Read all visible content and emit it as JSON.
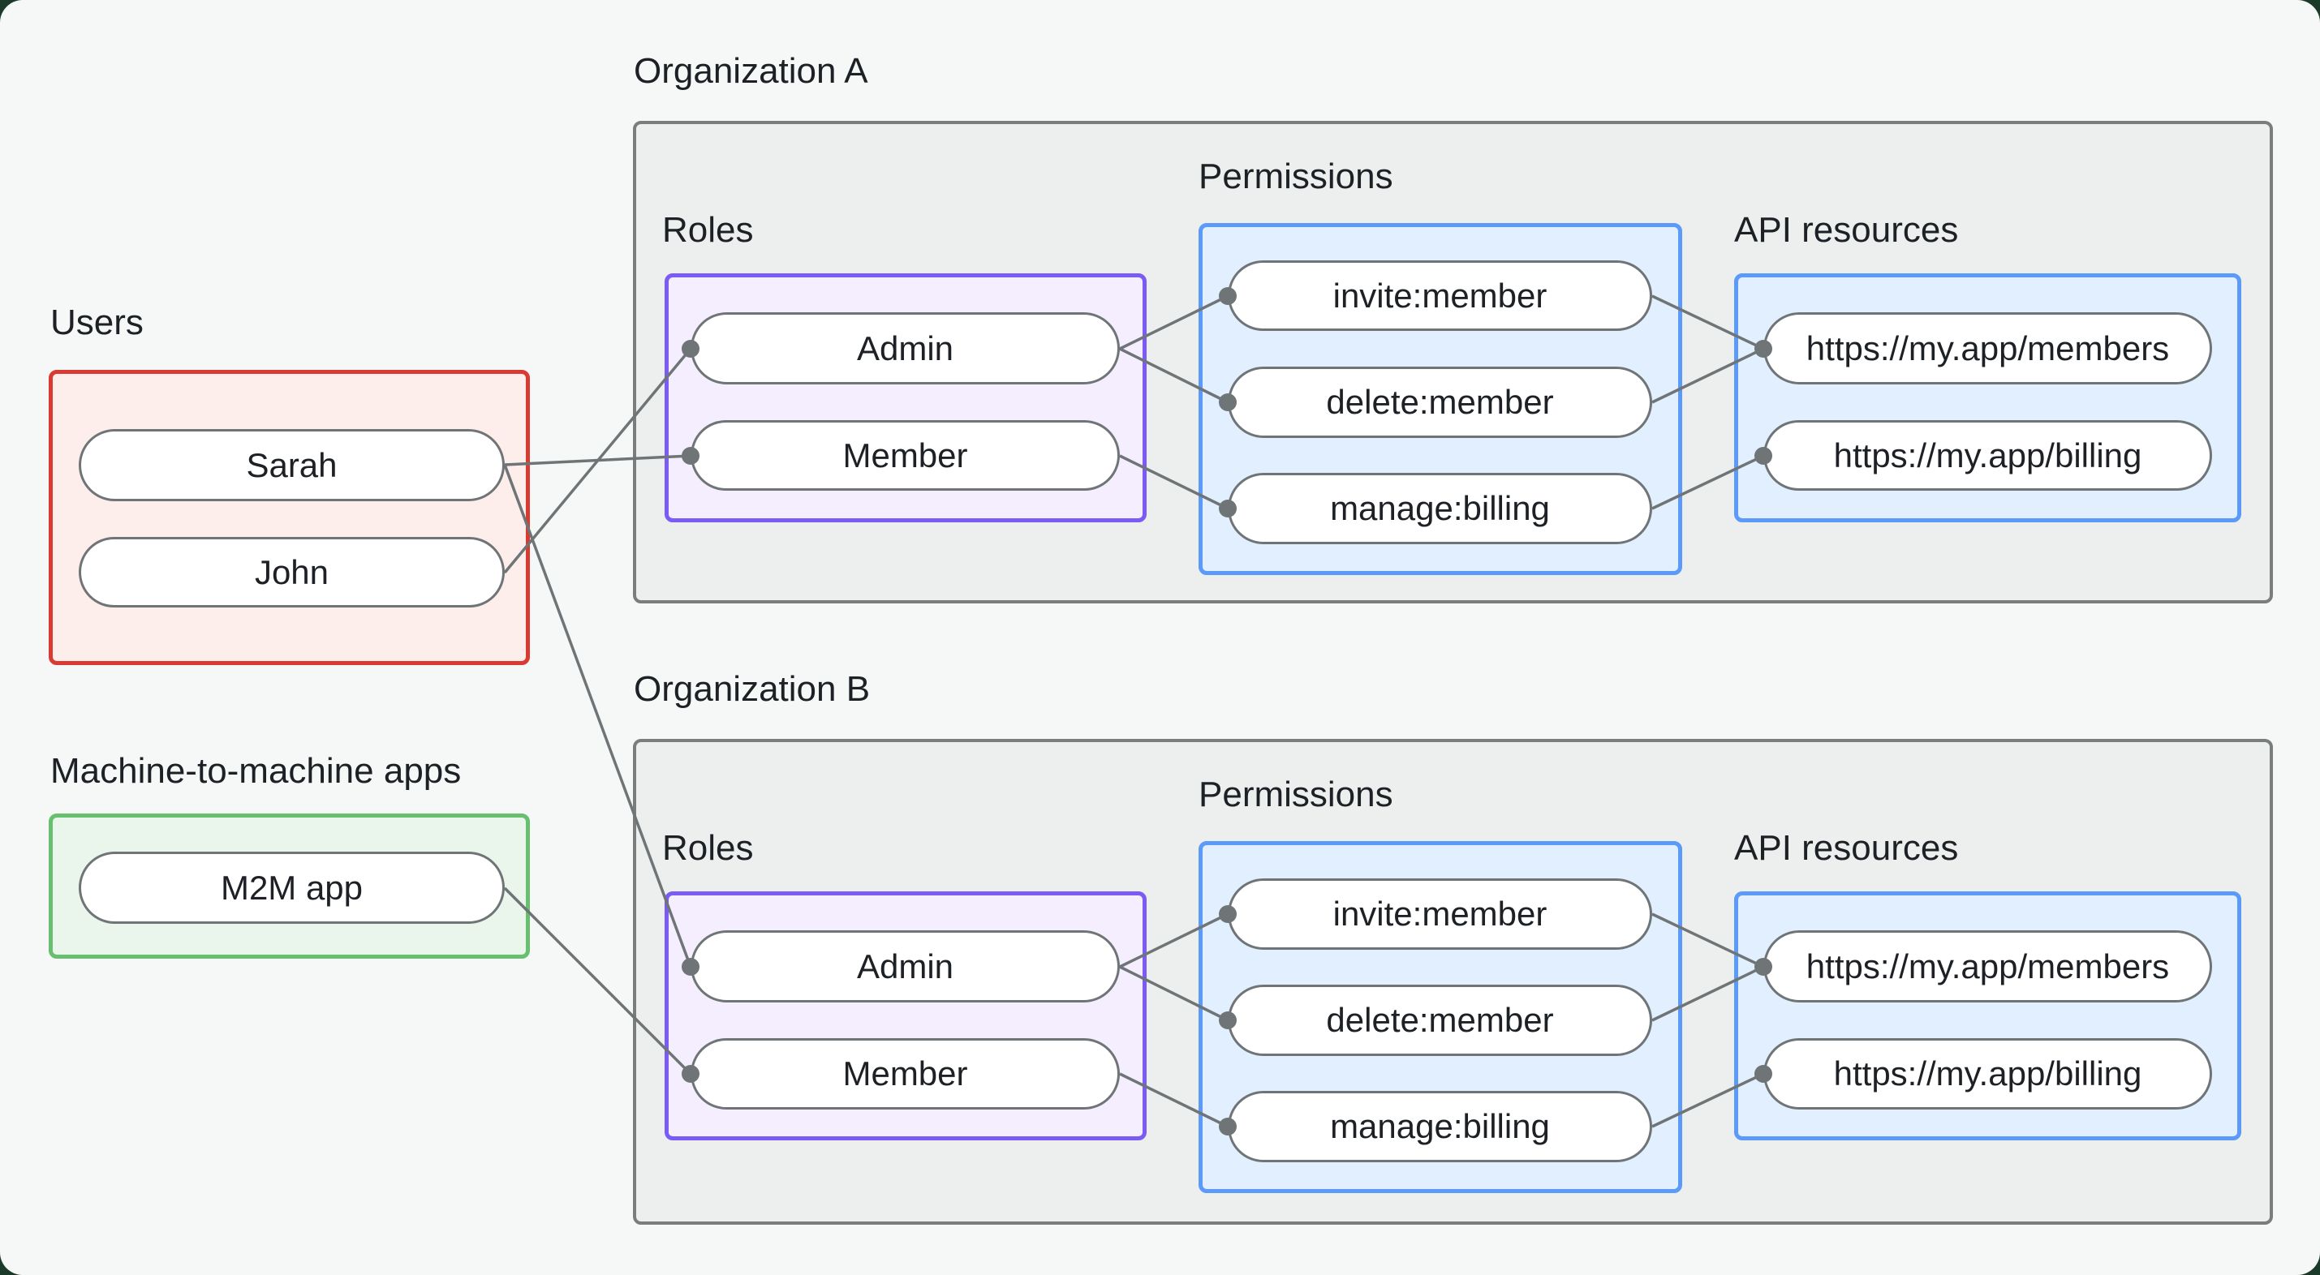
{
  "canvas": {
    "background": "#f6f8f7",
    "corner_backdrop": "#1c3a2a"
  },
  "colors": {
    "users_box_border": "#d93a31",
    "users_box_fill": "#fdedeb",
    "m2m_box_border": "#69bf70",
    "m2m_box_fill": "#eaf6ec",
    "roles_box_border": "#7b5bf6",
    "roles_box_fill": "#f4eefe",
    "permissions_box_border": "#5b9af8",
    "permissions_box_fill": "#e1efff",
    "api_box_border": "#5b9af8",
    "api_box_fill": "#e1efff",
    "org_container_border": "#797d7b",
    "org_container_fill": "#edefee",
    "node_border": "#6f7476",
    "node_fill": "#ffffff",
    "edge_line": "#6f7476",
    "text": "#1d2125"
  },
  "users": {
    "label": "Users",
    "items": [
      "Sarah",
      "John"
    ]
  },
  "m2m": {
    "label": "Machine-to-machine apps",
    "items": [
      "M2M app"
    ]
  },
  "org_a": {
    "title": "Organization A",
    "roles_label": "Roles",
    "roles": [
      "Admin",
      "Member"
    ],
    "permissions_label": "Permissions",
    "permissions": [
      "invite:member",
      "delete:member",
      "manage:billing"
    ],
    "api_label": "API resources",
    "api_resources": [
      "https://my.app/members",
      "https://my.app/billing"
    ]
  },
  "org_b": {
    "title": "Organization B",
    "roles_label": "Roles",
    "roles": [
      "Admin",
      "Member"
    ],
    "permissions_label": "Permissions",
    "permissions": [
      "invite:member",
      "delete:member",
      "manage:billing"
    ],
    "api_label": "API resources",
    "api_resources": [
      "https://my.app/members",
      "https://my.app/billing"
    ]
  },
  "edges": [
    {
      "from": "Sarah",
      "to": "Organization A / Member"
    },
    {
      "from": "John",
      "to": "Organization A / Admin"
    },
    {
      "from": "Sarah",
      "to": "Organization B / Admin"
    },
    {
      "from": "M2M app",
      "to": "Organization B / Member"
    },
    {
      "from": "Organization A / Admin",
      "to": "Organization A / invite:member"
    },
    {
      "from": "Organization A / Admin",
      "to": "Organization A / delete:member"
    },
    {
      "from": "Organization A / Member",
      "to": "Organization A / manage:billing"
    },
    {
      "from": "Organization A / invite:member",
      "to": "Organization A / https://my.app/members"
    },
    {
      "from": "Organization A / delete:member",
      "to": "Organization A / https://my.app/members"
    },
    {
      "from": "Organization A / manage:billing",
      "to": "Organization A / https://my.app/billing"
    },
    {
      "from": "Organization B / Admin",
      "to": "Organization B / invite:member"
    },
    {
      "from": "Organization B / Admin",
      "to": "Organization B / delete:member"
    },
    {
      "from": "Organization B / Member",
      "to": "Organization B / manage:billing"
    },
    {
      "from": "Organization B / invite:member",
      "to": "Organization B / https://my.app/members"
    },
    {
      "from": "Organization B / delete:member",
      "to": "Organization B / https://my.app/members"
    },
    {
      "from": "Organization B / manage:billing",
      "to": "Organization B / https://my.app/billing"
    }
  ]
}
